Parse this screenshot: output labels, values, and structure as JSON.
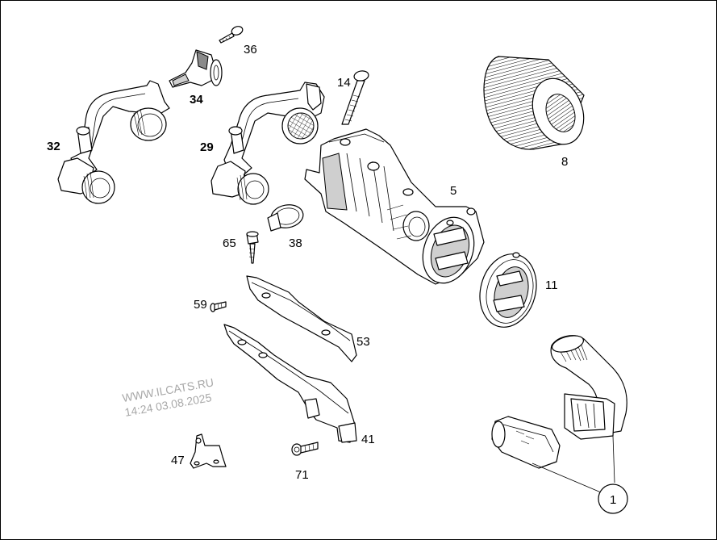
{
  "labels": {
    "p1": "1",
    "p5": "5",
    "p8": "8",
    "p11": "11",
    "p14": "14",
    "p29": "29",
    "p32": "32",
    "p34": "34",
    "p36": "36",
    "p38": "38",
    "p41": "41",
    "p47": "47",
    "p53": "53",
    "p59": "59",
    "p65": "65",
    "p71": "71"
  },
  "watermark": {
    "line1": "WWW.ILCATS.RU",
    "line2": "14:24 03.08.2025"
  }
}
